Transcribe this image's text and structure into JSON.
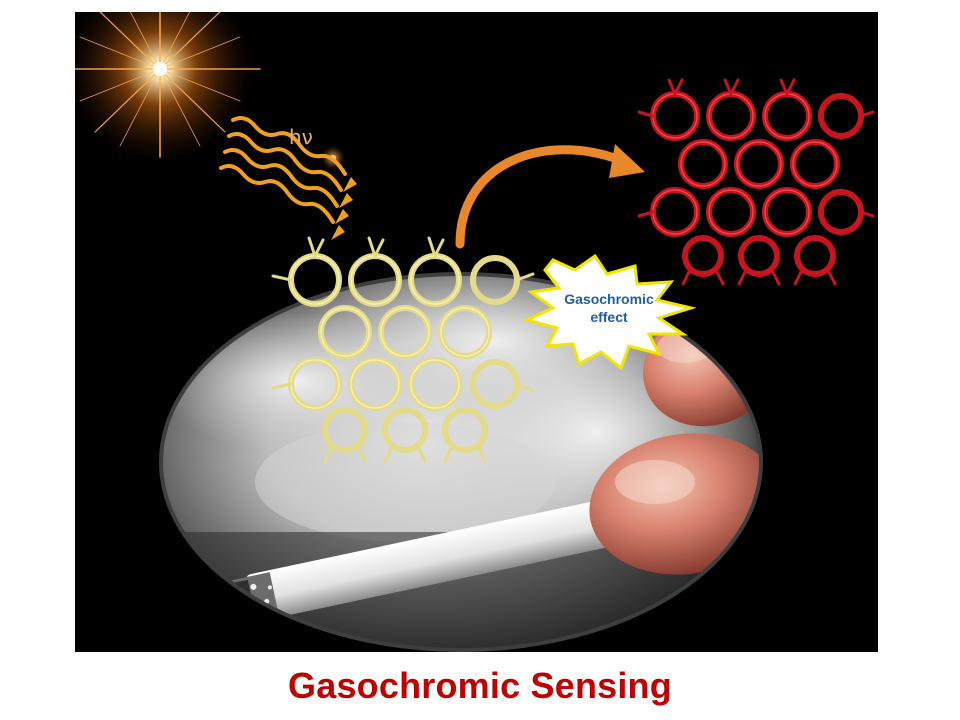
{
  "figure": {
    "light_label": "hν",
    "effect_label_line1": "Gasochromic",
    "effect_label_line2": "effect",
    "caption": "Gasochromic Sensing"
  },
  "colors": {
    "caption": "#c00000",
    "framework_before": "#e3db8a",
    "framework_after": "#c8141e",
    "light_rays": "#f0a020",
    "arrow": "#e8882a",
    "burst_fill": "#ffffff",
    "burst_stroke": "#f2e600",
    "effect_text": "#1f5fa8",
    "background": "#000000"
  },
  "icons": [
    "star-flare-icon",
    "wavy-light-rays-icon",
    "curved-arrow-icon",
    "starburst-icon"
  ]
}
